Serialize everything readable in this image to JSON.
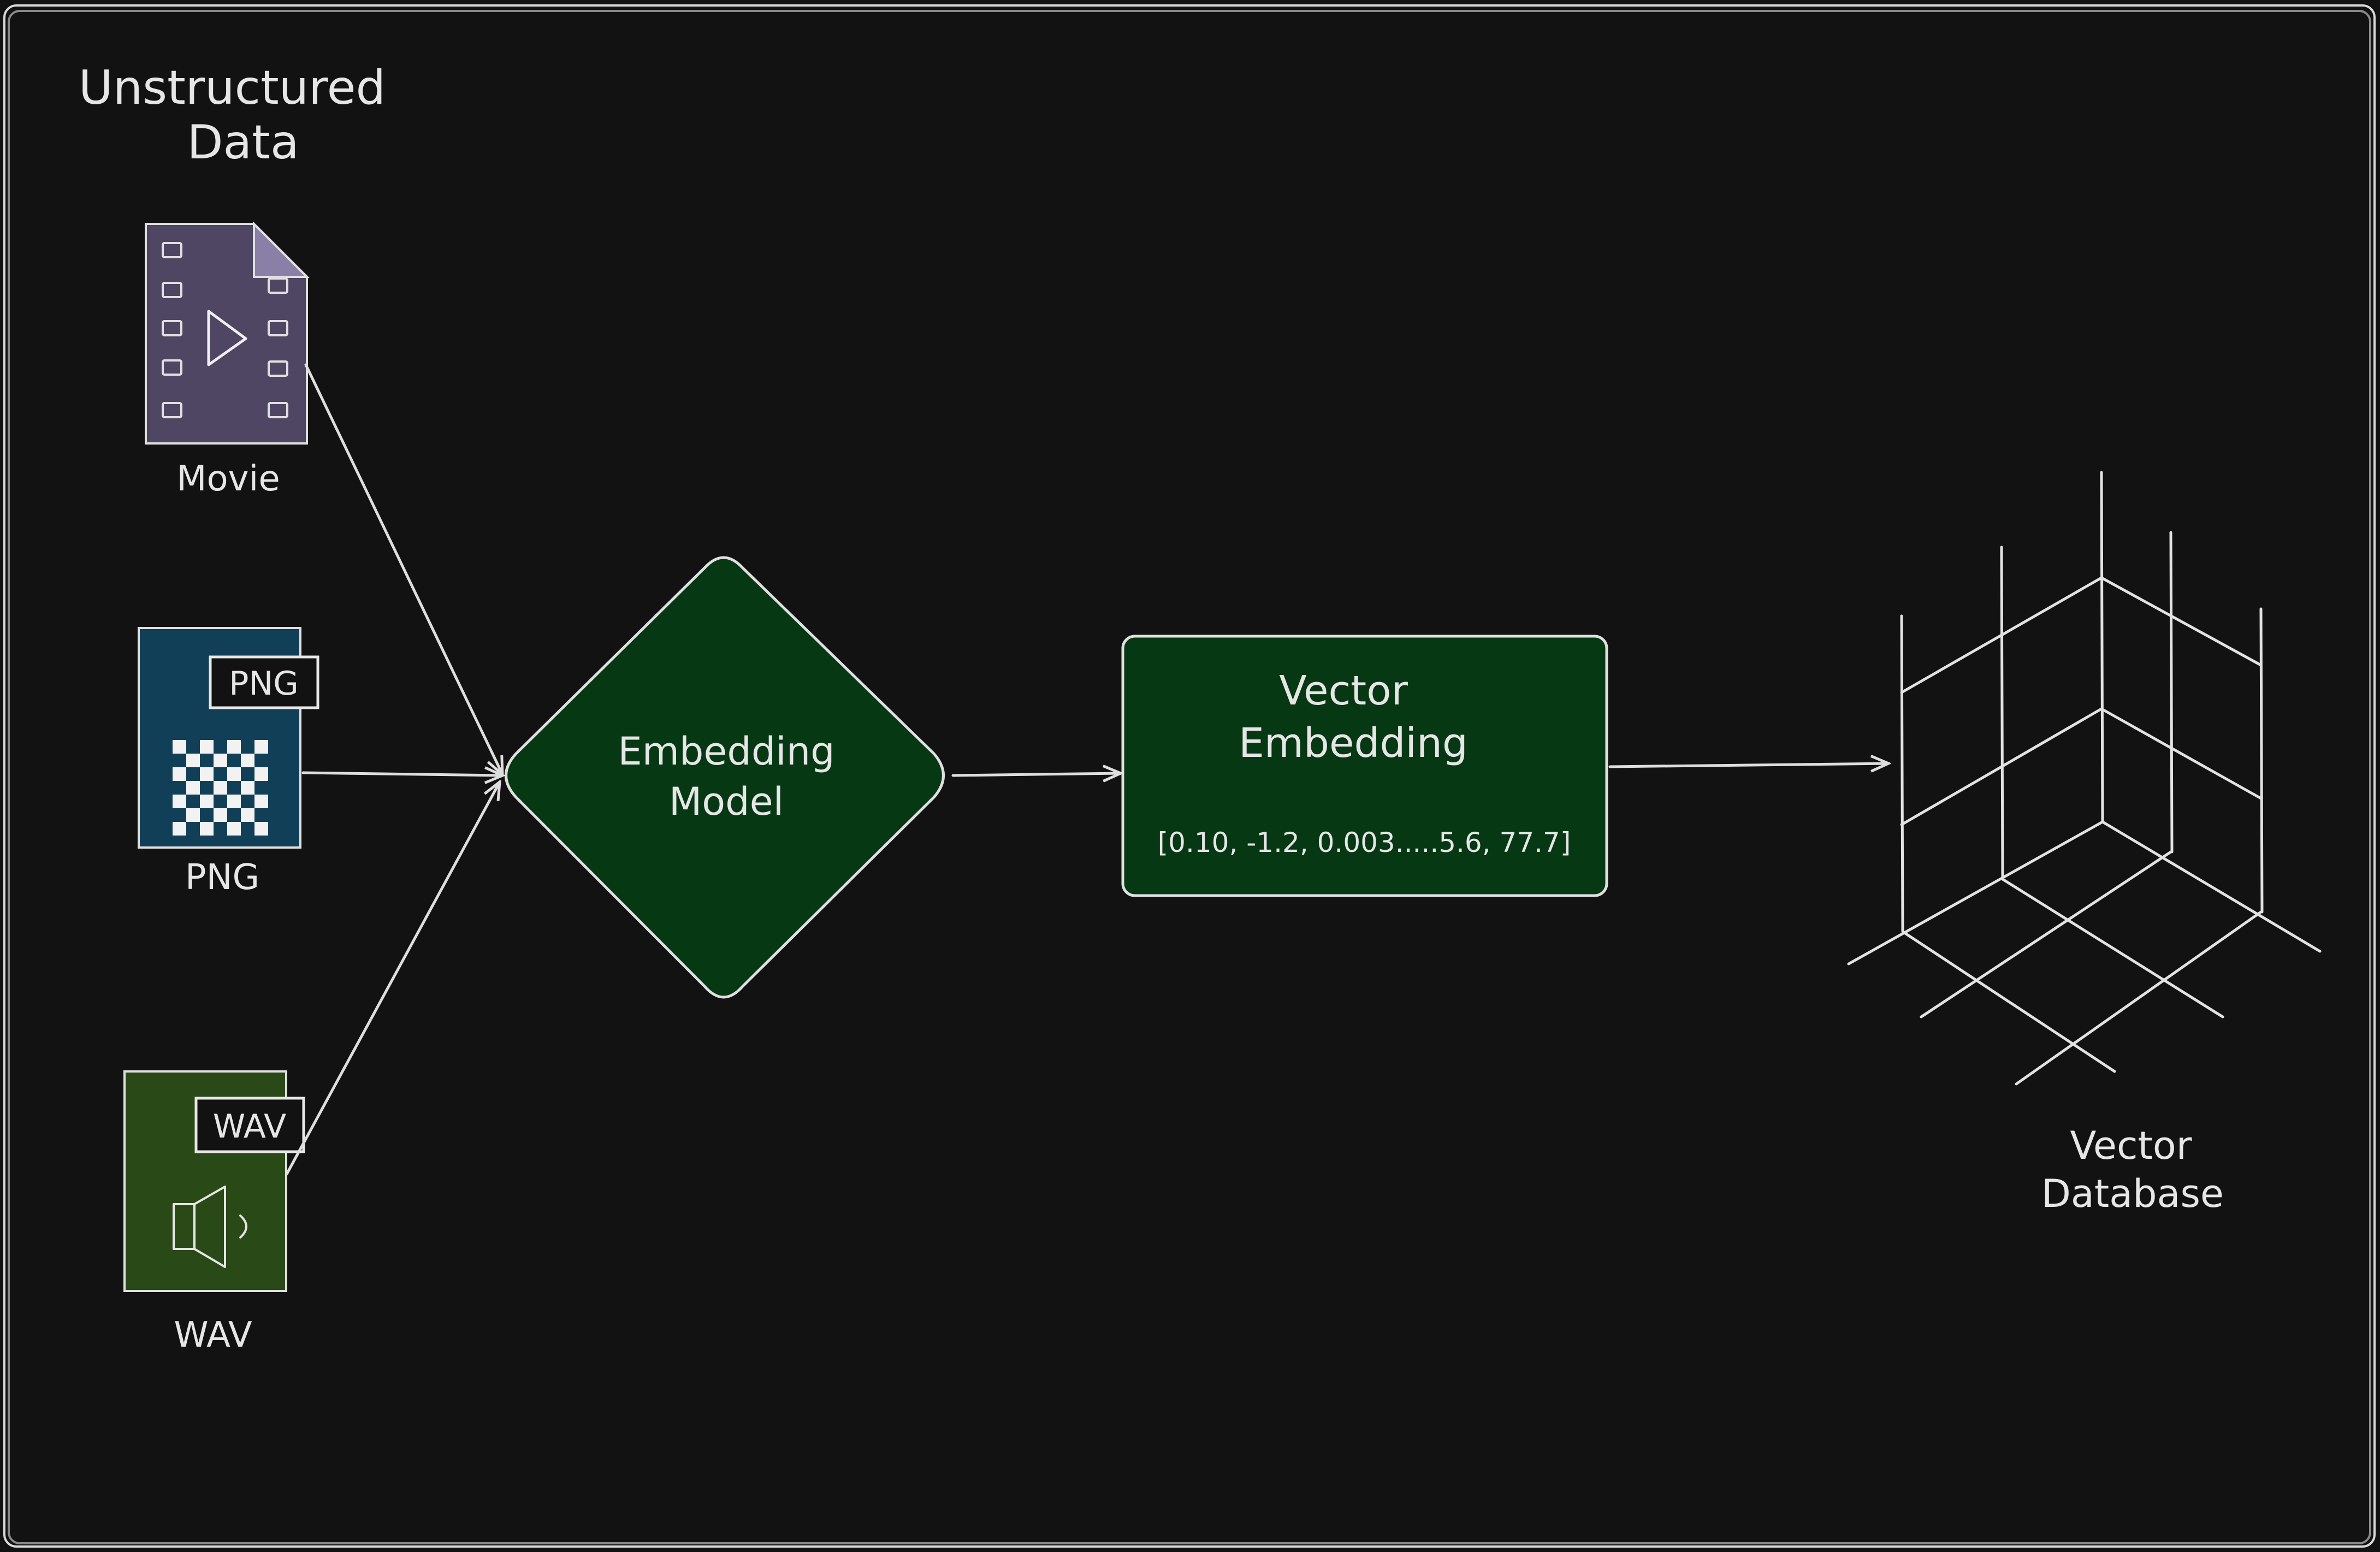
{
  "title": {
    "line1": "Unstructured",
    "line2": "Data"
  },
  "files": {
    "movie": {
      "caption": "Movie",
      "color": "#4e4663",
      "fold_color": "#8a7fa6"
    },
    "png": {
      "caption": "PNG",
      "tag": "PNG",
      "color": "#123f58"
    },
    "wav": {
      "caption": "WAV",
      "tag": "WAV",
      "color": "#294a17"
    }
  },
  "model": {
    "line1": "Embedding",
    "line2": "Model",
    "color": "#063813"
  },
  "embedding": {
    "line1": "Vector",
    "line2": "Embedding",
    "values": "[0.10, -1.2, 0.003.....5.6, 77.7]",
    "color": "#063813"
  },
  "database": {
    "line1": "Vector",
    "line2": "Database"
  },
  "colors": {
    "background": "#121212",
    "stroke": "#e0e0e0",
    "text": "#e6e6e6"
  }
}
